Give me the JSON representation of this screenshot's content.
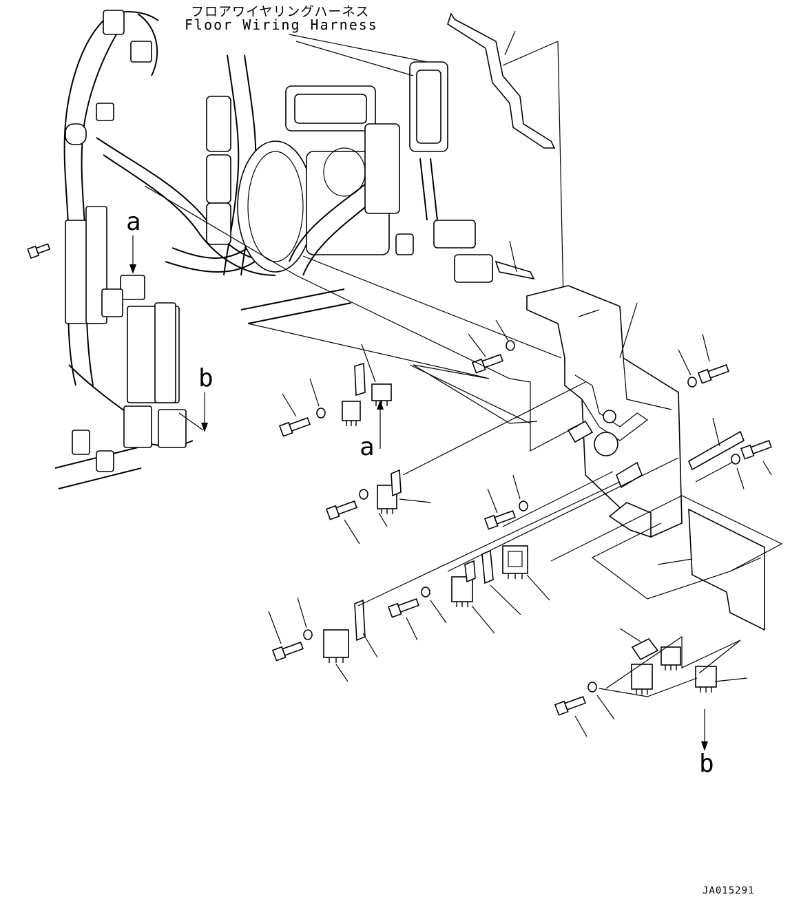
{
  "title": {
    "japanese": "フロアワイヤリングハーネス",
    "english": "Floor Wiring Harness"
  },
  "view_labels": {
    "a_upper": "a",
    "b_upper": "b",
    "a_lower": "a",
    "b_lower": "b"
  },
  "drawing_number": "JA015291"
}
